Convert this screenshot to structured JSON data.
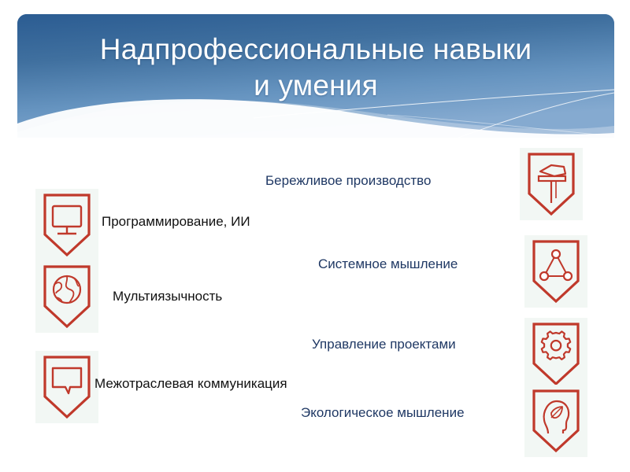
{
  "slide": {
    "title": "Надпрофессиональные навыки и умения",
    "title_lines": [
      "Надпрофессиональные навыки",
      "и умения"
    ],
    "background_color": "#ffffff",
    "banner": {
      "gradient_from": "#2d5f95",
      "gradient_to": "#7ba3cb",
      "title_color": "#ffffff"
    },
    "accent_color": "#c0392b",
    "tile_background": "#f2f7f4",
    "label_color_dark": "#111111",
    "label_color_blue": "#1f3864"
  },
  "skills": [
    {
      "id": "lean-production",
      "label": "Бережливое производство",
      "label_style": "blue",
      "icon": "machine-press-icon",
      "icon_side": "right"
    },
    {
      "id": "programming-ai",
      "label": "Программирование, ИИ",
      "label_style": "dark",
      "icon": "monitor-icon",
      "icon_side": "left"
    },
    {
      "id": "systems-thinking",
      "label": "Системное мышление",
      "label_style": "blue",
      "icon": "network-triangle-icon",
      "icon_side": "right"
    },
    {
      "id": "multilingualism",
      "label": "Мультиязычность",
      "label_style": "dark",
      "icon": "globe-icon",
      "icon_side": "left"
    },
    {
      "id": "project-management",
      "label": "Управление проектами",
      "label_style": "blue",
      "icon": "gear-icon",
      "icon_side": "right"
    },
    {
      "id": "cross-industry-communication",
      "label": "Межотраслевая коммуникация",
      "label_style": "dark",
      "icon": "speech-bubble-icon",
      "icon_side": "left"
    },
    {
      "id": "ecological-thinking",
      "label": "Экологическое мышление",
      "label_style": "blue",
      "icon": "head-leaf-icon",
      "icon_side": "right"
    }
  ]
}
